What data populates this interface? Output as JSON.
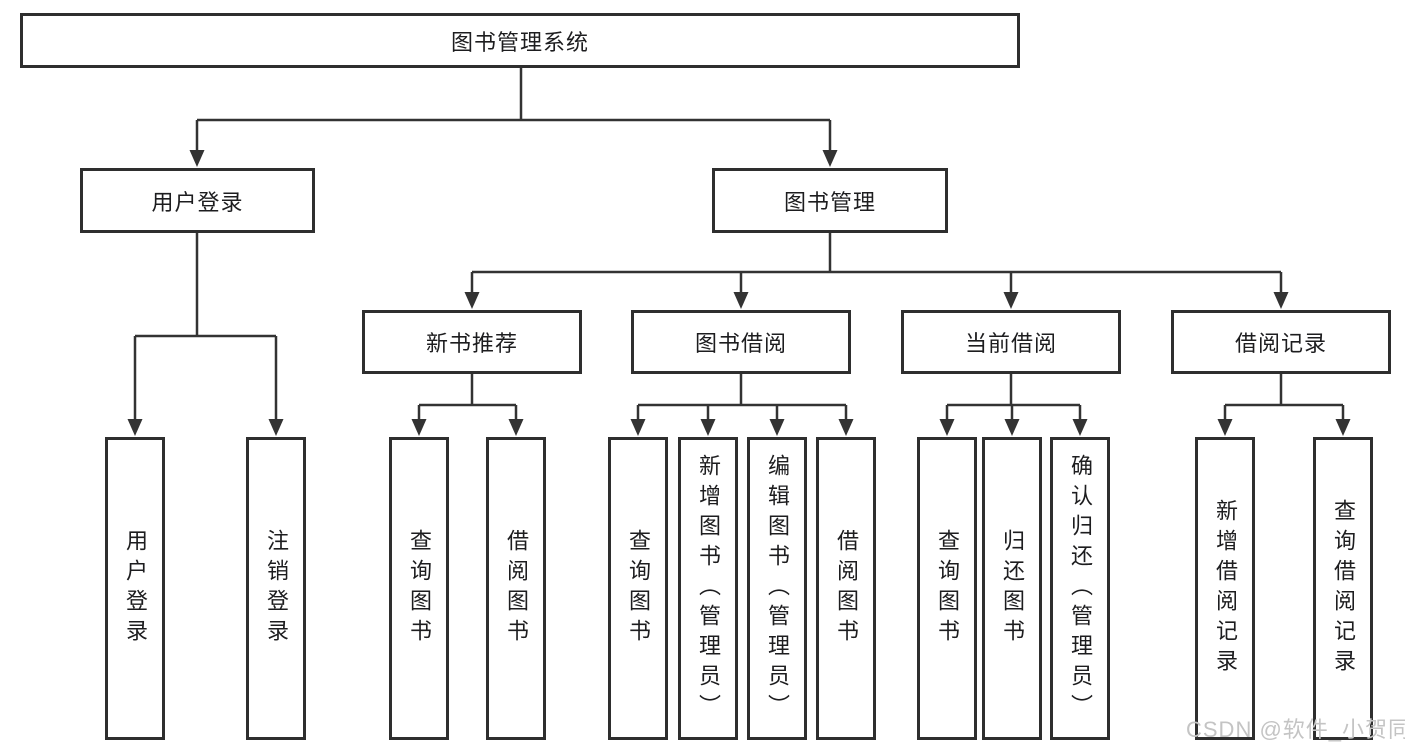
{
  "colors": {
    "line": "#333333",
    "box_border": "#2e2e2e",
    "text": "#1d1d1f",
    "background": "#ffffff",
    "watermark": "#c4c4c4"
  },
  "watermark": "CSDN @软件_小贺同学",
  "tree": {
    "root": {
      "label": "图书管理系统"
    },
    "branches": [
      {
        "label": "用户登录",
        "children": [
          {
            "label": "用户登录"
          },
          {
            "label": "注销登录"
          }
        ]
      },
      {
        "label": "图书管理",
        "children": [
          {
            "label": "新书推荐",
            "children": [
              {
                "label": "查询图书"
              },
              {
                "label": "借阅图书"
              }
            ]
          },
          {
            "label": "图书借阅",
            "children": [
              {
                "label": "查询图书"
              },
              {
                "label": "新增图书（管理员）"
              },
              {
                "label": "编辑图书（管理员）"
              },
              {
                "label": "借阅图书"
              }
            ]
          },
          {
            "label": "当前借阅",
            "children": [
              {
                "label": "查询图书"
              },
              {
                "label": "归还图书"
              },
              {
                "label": "确认归还（管理员）"
              }
            ]
          },
          {
            "label": "借阅记录",
            "children": [
              {
                "label": "新增借阅记录"
              },
              {
                "label": "查询借阅记录"
              }
            ]
          }
        ]
      }
    ]
  }
}
